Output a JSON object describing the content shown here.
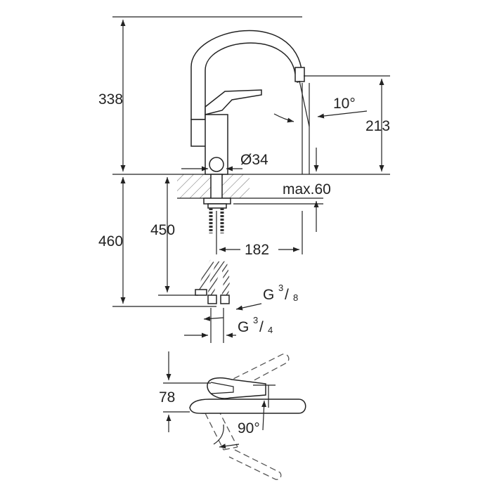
{
  "drawing": {
    "stroke_color": "#222222",
    "ghost_color": "#555555",
    "hose_color": "#333333"
  },
  "dimensions": {
    "total_height": "338",
    "spout_height": "213",
    "spout_angle": "10°",
    "base_diameter": "Ø34",
    "max_thickness": "max.60",
    "hose_length_total": "460",
    "hose_length": "450",
    "reach": "182",
    "thread_upper_prefix": "G",
    "thread_upper_num": "3",
    "thread_upper_den": "8",
    "thread_lower_prefix": "G",
    "thread_lower_num": "3",
    "thread_lower_den": "4",
    "handle_height": "78",
    "handle_rotation": "90°"
  }
}
